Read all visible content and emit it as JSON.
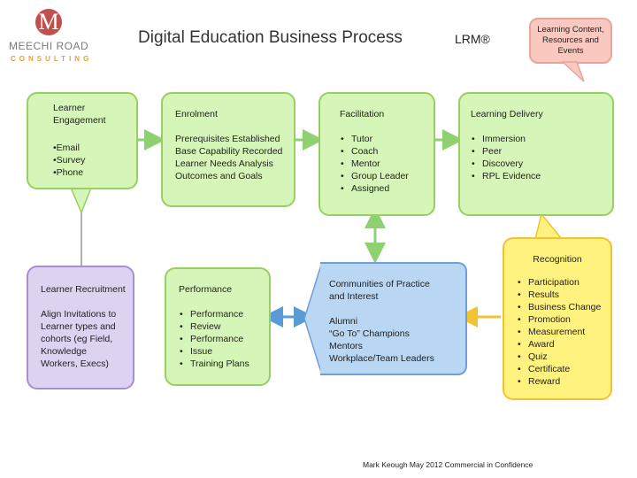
{
  "header": {
    "logo_letter": "M",
    "logo_name": "MEECHI ROAD",
    "logo_sub": "CONSULTING",
    "title": "Digital Education Business Process",
    "lrm": "LRM®",
    "callout": "Learning Content, Resources and Events"
  },
  "learner_engagement": {
    "heading": "Learner Engagement",
    "items": [
      "•Email",
      "•Survey",
      "•Phone"
    ]
  },
  "enrolment": {
    "heading": "Enrolment",
    "lines": [
      "Prerequisites Established",
      "Base Capability Recorded",
      "Learner Needs Analysis",
      "Outcomes and Goals"
    ]
  },
  "facilitation": {
    "heading": "Facilitation",
    "items": [
      "Tutor",
      "Coach",
      "Mentor",
      "Group Leader",
      "Assigned"
    ]
  },
  "learning_delivery": {
    "heading": "Learning Delivery",
    "items": [
      "Immersion",
      "Peer",
      "Discovery",
      "RPL Evidence"
    ]
  },
  "learner_recruitment": {
    "heading": "Learner Recruitment",
    "body": "Align Invitations to Learner types and cohorts (eg Field, Knowledge Workers, Execs)"
  },
  "performance": {
    "heading": "Performance",
    "items": [
      "Performance",
      "Review",
      "Performance",
      "Issue",
      "Training Plans"
    ]
  },
  "communities": {
    "heading": "Communities of Practice and Interest",
    "lines": [
      "Alumni",
      "“Go To” Champions",
      "Mentors",
      "Workplace/Team Leaders"
    ]
  },
  "recognition": {
    "heading": "Recognition",
    "items": [
      "Participation",
      "Results",
      "Business Change",
      "Promotion",
      "Measurement",
      "Award",
      "Quiz",
      "Certificate",
      "Reward"
    ]
  },
  "footer": "Mark Keough May 2012 Commercial in Confidence",
  "colors": {
    "green_fill": "#d6f5b8",
    "green_border": "#97cf63",
    "purple_fill": "#ddd2ef",
    "blue_fill": "#b9d6f3",
    "yellow_fill": "#fff27f",
    "logo_red": "#c0504d",
    "logo_gold": "#e3a33b"
  }
}
